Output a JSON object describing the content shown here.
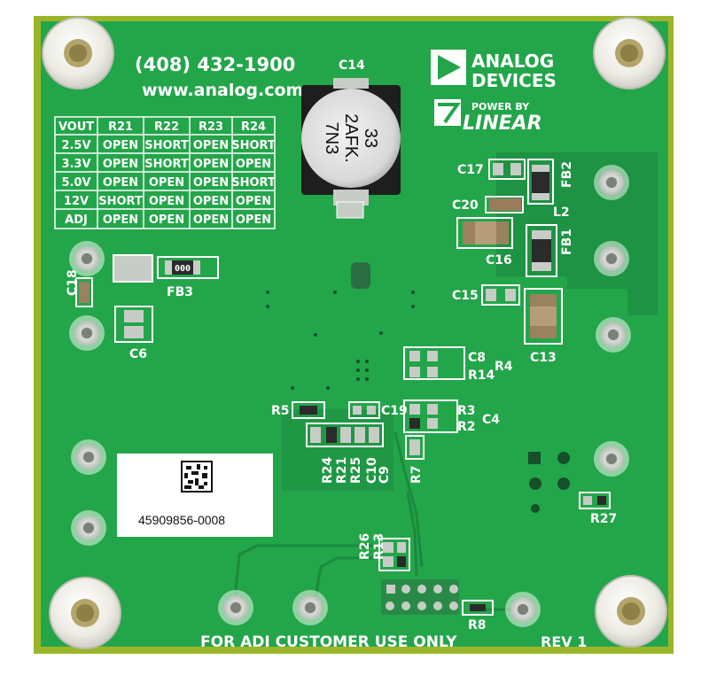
{
  "board": {
    "phone": "(408) 432-1900",
    "website": "www.analog.com",
    "brand_line1": "ANALOG",
    "brand_line2": "DEVICES",
    "power_by": "POWER BY",
    "linear": "LINEAR",
    "footer_text": "FOR ADI CUSTOMER USE ONLY",
    "revision": "REV 1",
    "serial_label": "45909856-0008",
    "cap_marking": [
      "33",
      "2AFK.",
      "7N3"
    ],
    "fb3_chip_text": "000"
  },
  "table": {
    "headers": [
      "VOUT",
      "R21",
      "R22",
      "R23",
      "R24"
    ],
    "rows": [
      [
        "2.5V",
        "OPEN",
        "SHORT",
        "OPEN",
        "SHORT"
      ],
      [
        "3.3V",
        "OPEN",
        "SHORT",
        "OPEN",
        "OPEN"
      ],
      [
        "5.0V",
        "OPEN",
        "OPEN",
        "OPEN",
        "SHORT"
      ],
      [
        "12V",
        "SHORT",
        "OPEN",
        "OPEN",
        "OPEN"
      ],
      [
        "ADJ",
        "OPEN",
        "OPEN",
        "OPEN",
        "OPEN"
      ]
    ]
  },
  "refdes": {
    "c14": "C14",
    "c17": "C17",
    "fb2": "FB2",
    "c20": "C20",
    "l2": "L2",
    "c16": "C16",
    "fb1": "FB1",
    "c15": "C15",
    "c13": "C13",
    "c18": "C18",
    "fb3": "FB3",
    "c6": "C6",
    "c8": "C8",
    "r4": "R4",
    "r14": "R14",
    "r5": "R5",
    "c19": "C19",
    "r3": "R3",
    "r2": "R2",
    "c4": "C4",
    "r24": "R24",
    "r21": "R21",
    "r25": "R25",
    "c10": "C10",
    "c9": "C9",
    "r7": "R7",
    "r27": "R27",
    "r26": "R26",
    "r13": "R13",
    "r8": "R8"
  },
  "colors": {
    "pcb_green": "#23a54a",
    "silkscreen": "#ffffff",
    "copper_pad": "#c8ccc6",
    "component_body": "#2b2b2b"
  }
}
